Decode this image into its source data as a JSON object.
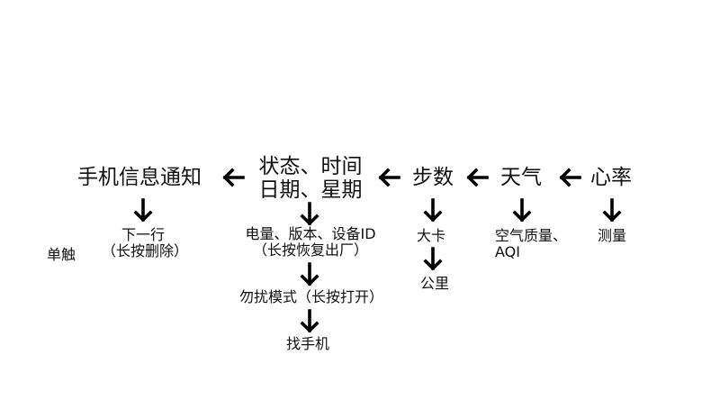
{
  "colors": {
    "text": "#111111",
    "arrow": "#000000",
    "background": "#ffffff"
  },
  "nodes": {
    "notifications": "手机信息通知",
    "status_line1": "状态、时间",
    "status_line2": "日期、星期",
    "steps": "步数",
    "weather": "天气",
    "heart_rate": "心率",
    "single_touch": "单触",
    "next_line": "下一行",
    "long_press_delete": "（长按删除）",
    "battery_version": "电量、版本、设备ID",
    "long_press_restore": "（长按恢复出厂）",
    "dnd_mode": "勿扰模式（长按打开）",
    "find_phone": "找手机",
    "calories": "大卡",
    "km": "公里",
    "air_quality_line1": "空气质量、",
    "air_quality_line2": "AQI",
    "measure": "测量"
  },
  "icons": {
    "left": "arrow-left-icon",
    "down": "arrow-down-icon"
  }
}
